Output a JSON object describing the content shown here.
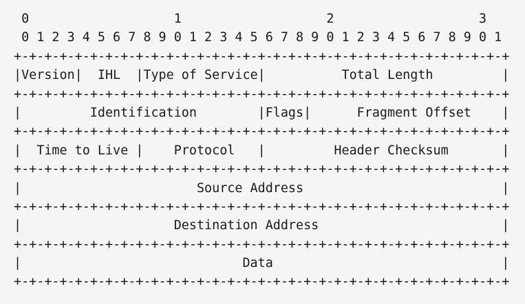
{
  "diagram": {
    "lines": [
      " 0                   1                   2                   3",
      " 0 1 2 3 4 5 6 7 8 9 0 1 2 3 4 5 6 7 8 9 0 1 2 3 4 5 6 7 8 9 0 1",
      "+-+-+-+-+-+-+-+-+-+-+-+-+-+-+-+-+-+-+-+-+-+-+-+-+-+-+-+-+-+-+-+-+",
      "|Version|  IHL  |Type of Service|          Total Length         |",
      "+-+-+-+-+-+-+-+-+-+-+-+-+-+-+-+-+-+-+-+-+-+-+-+-+-+-+-+-+-+-+-+-+",
      "|         Identification        |Flags|      Fragment Offset    |",
      "+-+-+-+-+-+-+-+-+-+-+-+-+-+-+-+-+-+-+-+-+-+-+-+-+-+-+-+-+-+-+-+-+",
      "|  Time to Live |    Protocol   |         Header Checksum       |",
      "+-+-+-+-+-+-+-+-+-+-+-+-+-+-+-+-+-+-+-+-+-+-+-+-+-+-+-+-+-+-+-+-+",
      "|                       Source Address                          |",
      "+-+-+-+-+-+-+-+-+-+-+-+-+-+-+-+-+-+-+-+-+-+-+-+-+-+-+-+-+-+-+-+-+",
      "|                    Destination Address                        |",
      "+-+-+-+-+-+-+-+-+-+-+-+-+-+-+-+-+-+-+-+-+-+-+-+-+-+-+-+-+-+-+-+-+",
      "|                             Data                              |",
      "+-+-+-+-+-+-+-+-+-+-+-+-+-+-+-+-+-+-+-+-+-+-+-+-+-+-+-+-+-+-+-+-+"
    ]
  },
  "colors": {
    "background": "#f5f5f5",
    "text": "#1a1a1a"
  }
}
